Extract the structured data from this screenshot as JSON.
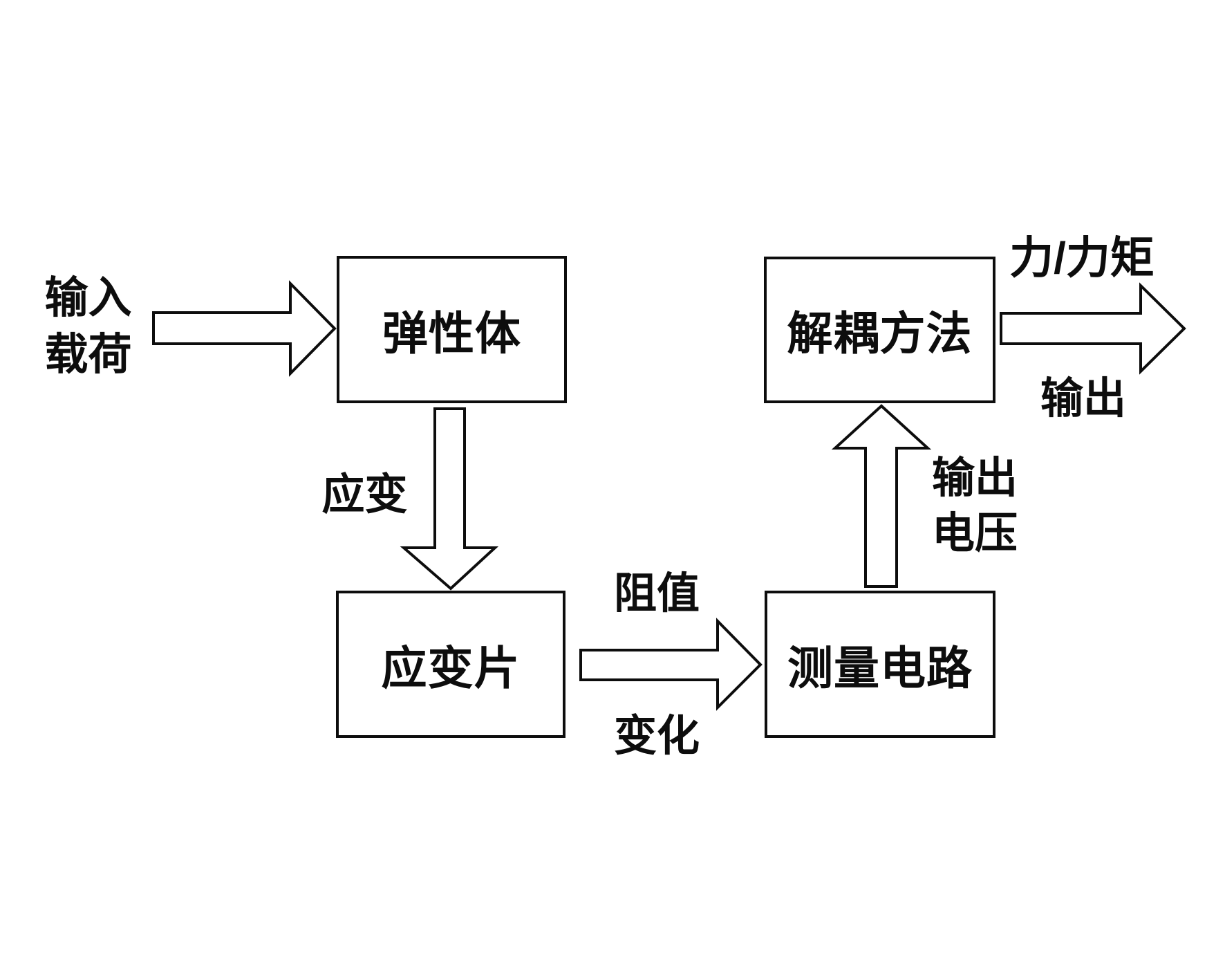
{
  "diagram": {
    "colors": {
      "background": "#ffffff",
      "line": "#0d0d0d",
      "text": "#0d0d0d"
    },
    "boxes": [
      {
        "label": "弹性体"
      },
      {
        "label": "应变片"
      },
      {
        "label": "测量电路"
      },
      {
        "label": "解耦方法"
      }
    ],
    "labels": {
      "input_load": {
        "line1": "输入",
        "line2": "载荷"
      },
      "strain": "应变",
      "resistance": "阻值",
      "change": "变化",
      "output_voltage": {
        "line1": "输出",
        "line2": "电压"
      },
      "force_torque": "力/力矩",
      "output": "输出"
    },
    "arrows": [
      "input-load-arrow",
      "strain-arrow",
      "resistance-change-arrow",
      "output-voltage-arrow",
      "force-torque-output-arrow"
    ]
  }
}
